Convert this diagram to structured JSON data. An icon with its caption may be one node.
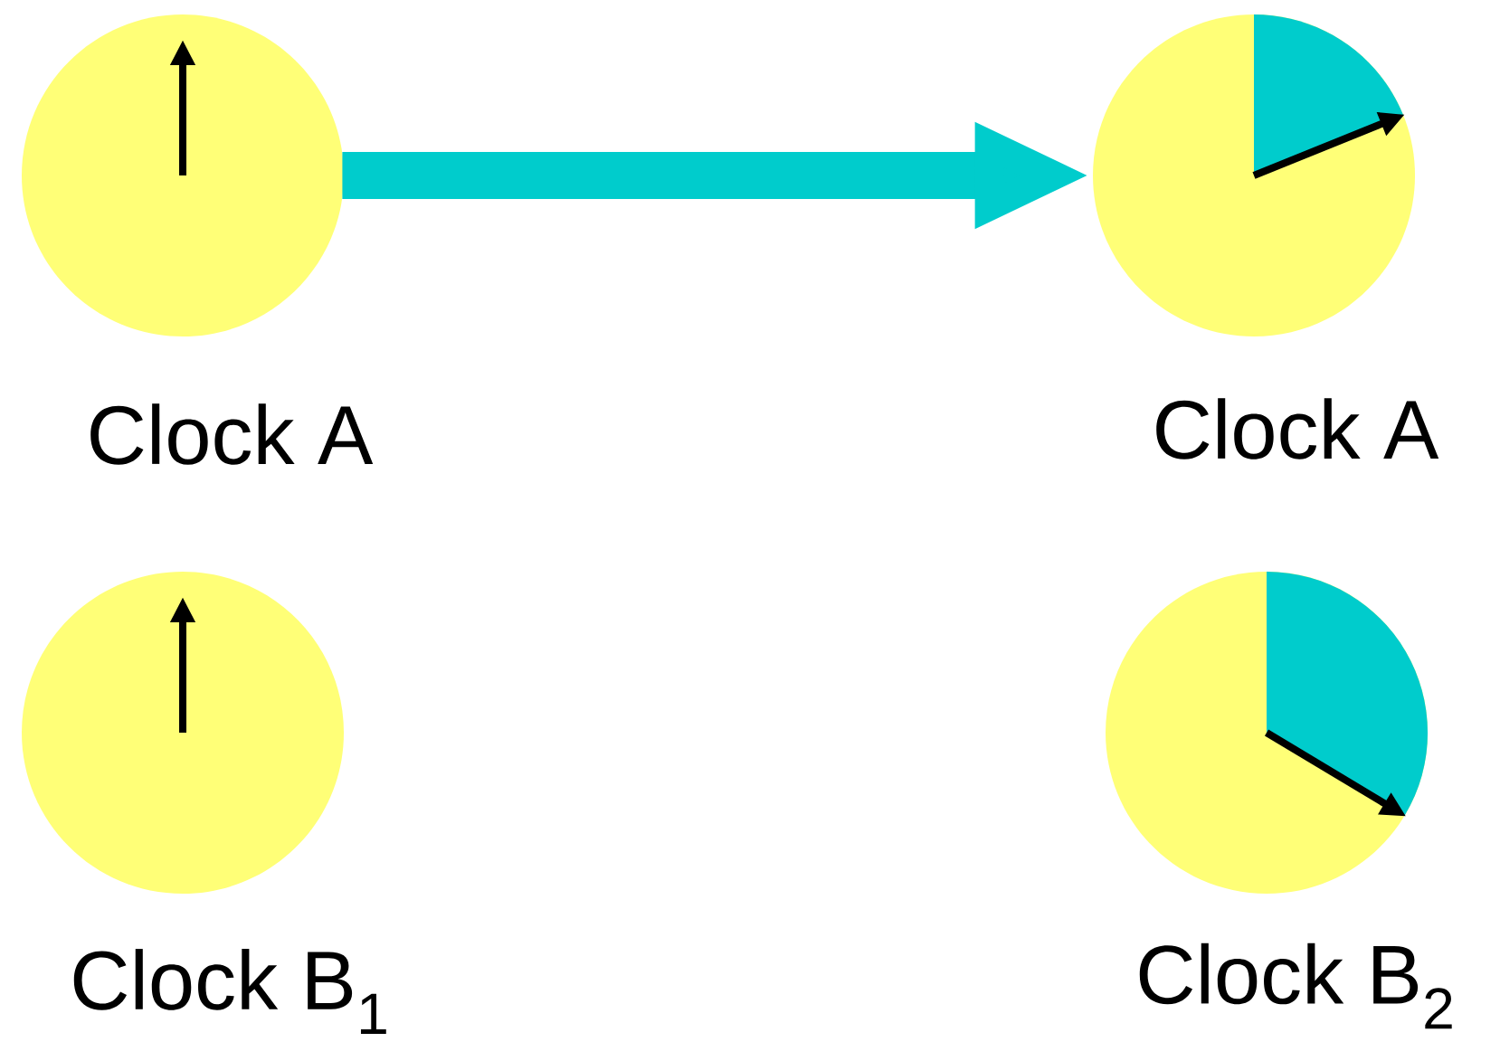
{
  "diagram": {
    "nodes": [
      {
        "text": [
          "Clock A"
        ]
      },
      {
        "text": [
          "Clock A"
        ]
      },
      {
        "text": [
          "Clock B$_{1}$"
        ]
      },
      {
        "text": [
          "Clock B$_{2}$"
        ]
      }
    ],
    "edges": [
      {
        "from": 0,
        "to": 1,
        "arrow": "to",
        "color": "#00cccc"
      }
    ]
  }
}
